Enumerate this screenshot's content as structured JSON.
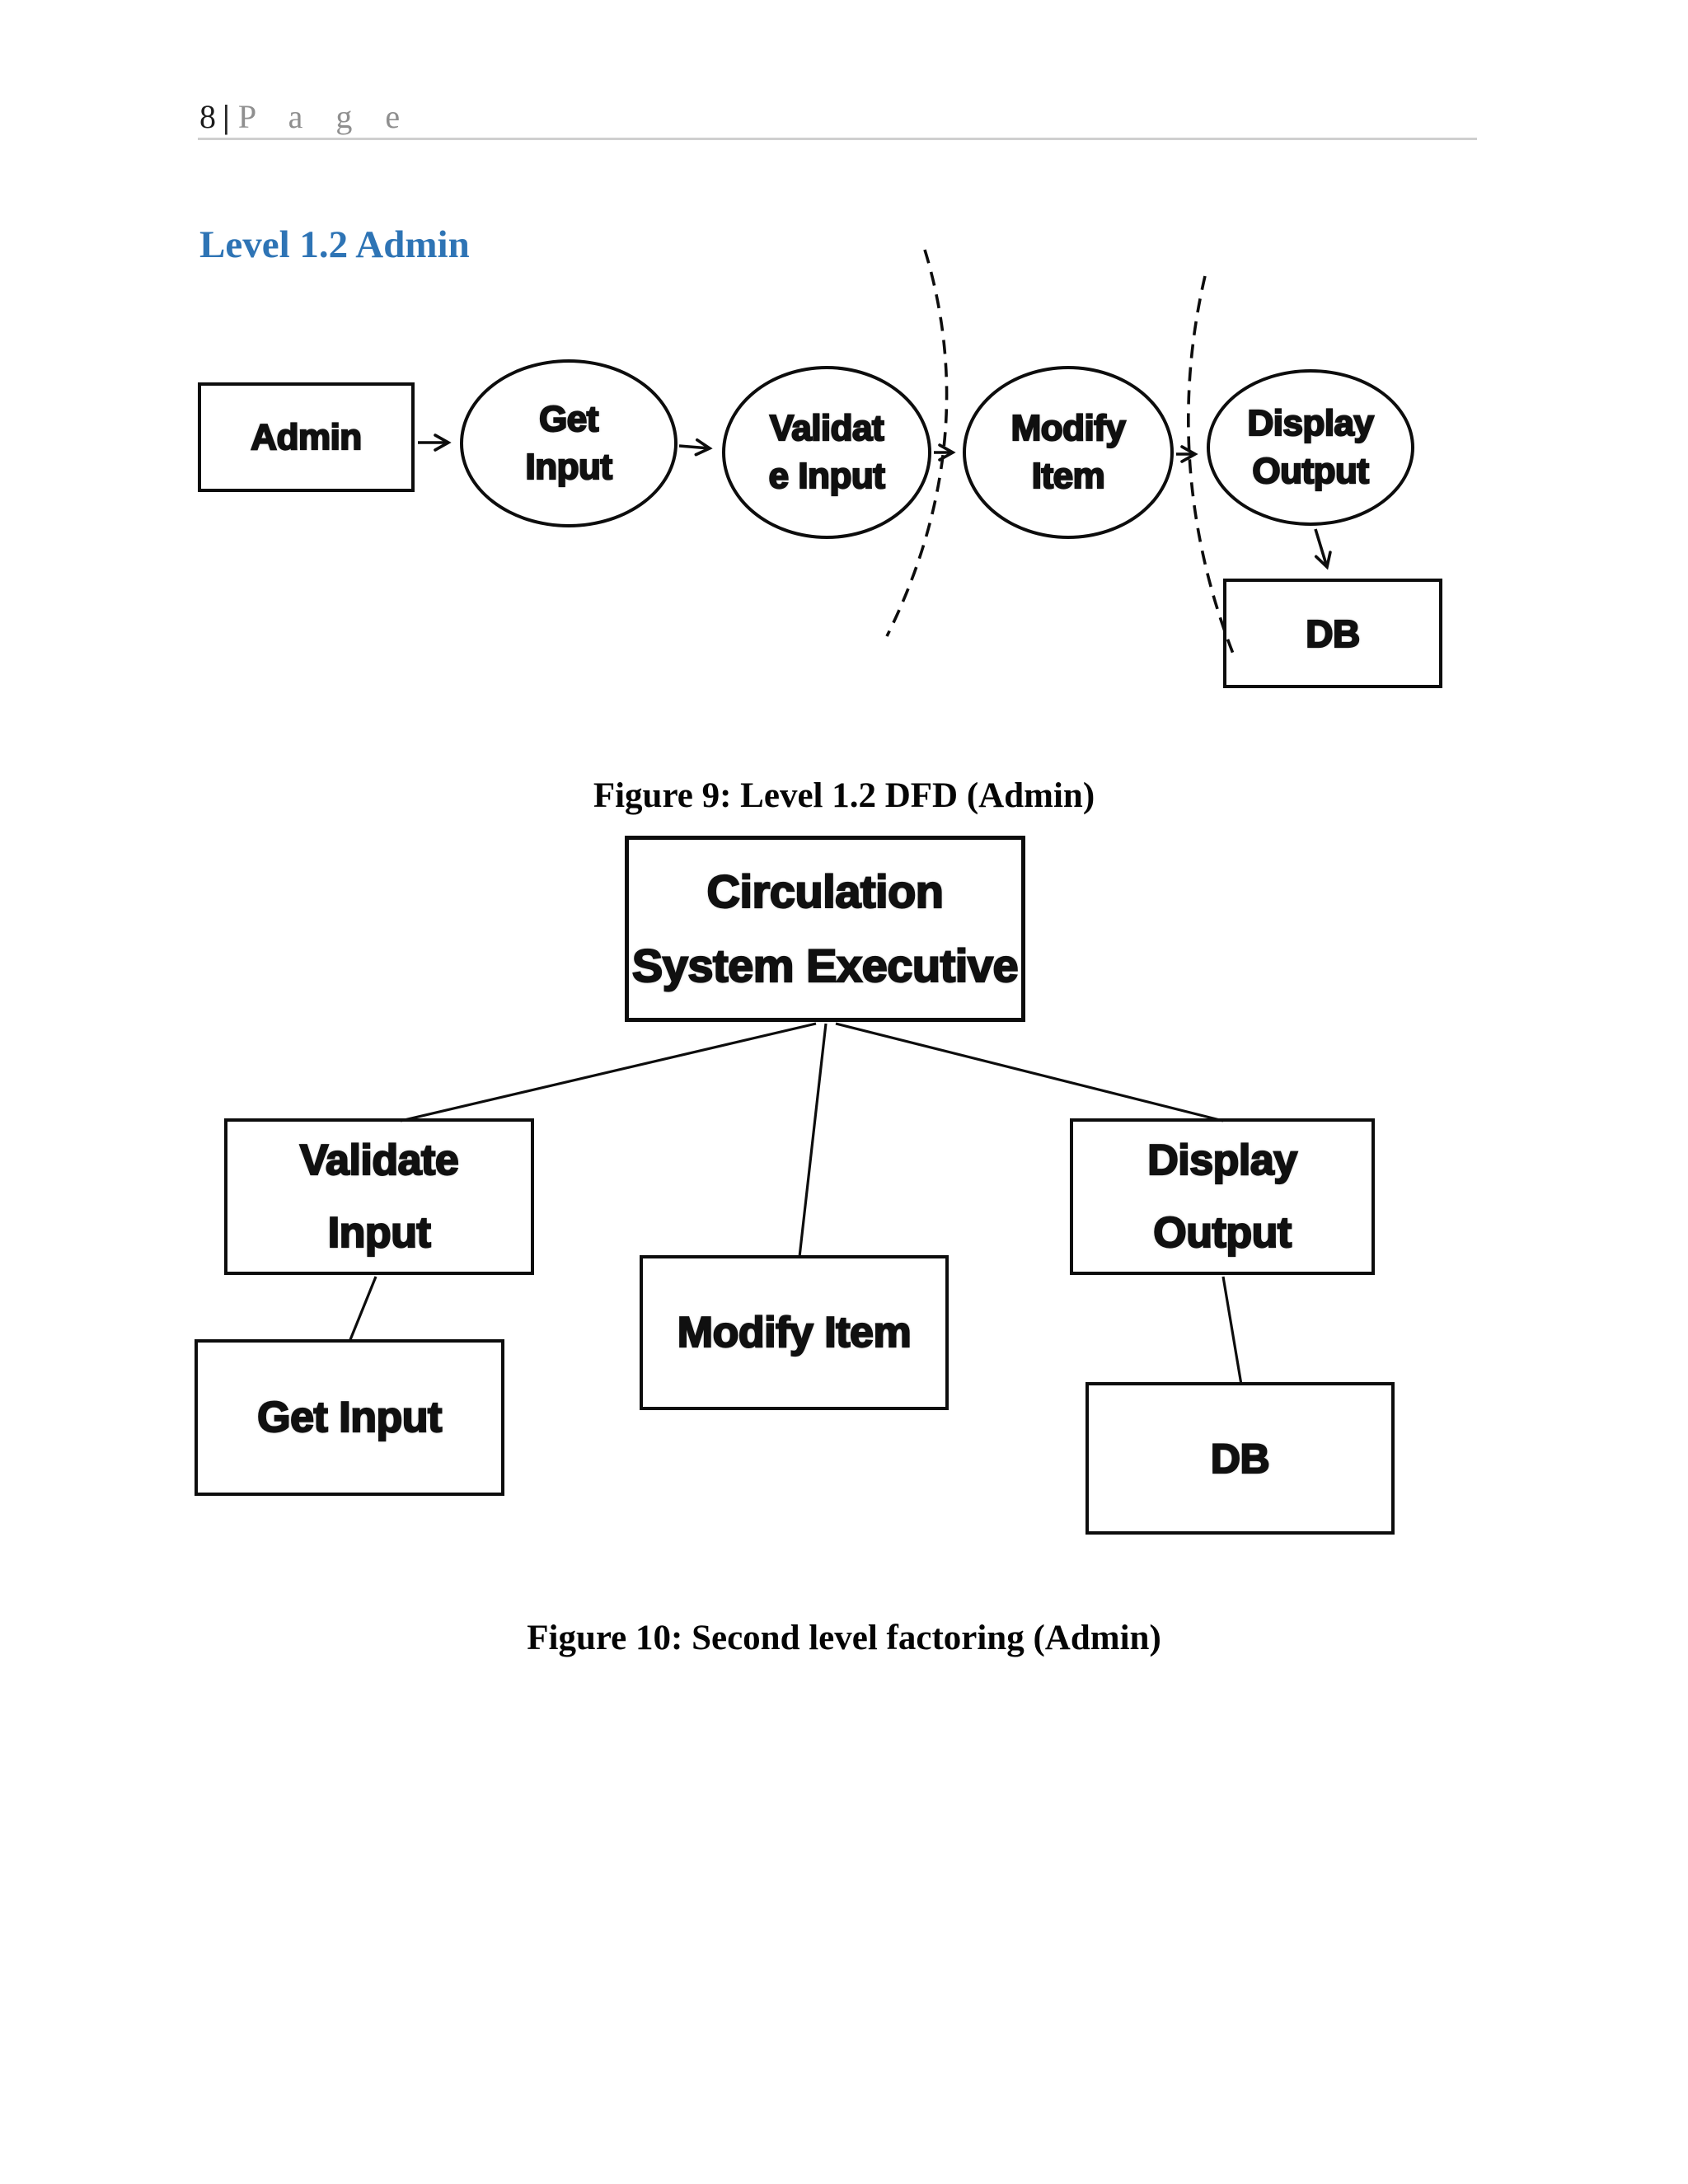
{
  "header": {
    "page_number": "8",
    "separator": "|",
    "page_word": "P a g e"
  },
  "heading": "Level 1.2 Admin",
  "colors": {
    "heading_blue": "#2E74B5",
    "divider_gray": "#cfcfcf",
    "ink": "#101010",
    "page_background": "#ffffff"
  },
  "figure9": {
    "caption": "Figure 9: Level 1.2 DFD (Admin)",
    "nodes": {
      "admin": "Admin",
      "get_input": "Get\nInput",
      "validate_input": "Validat\ne Input",
      "modify_item": "Modify\nItem",
      "display_output": "Display\nOutput",
      "db": "DB"
    }
  },
  "figure10": {
    "caption": "Figure 10: Second level factoring (Admin)",
    "nodes": {
      "executive": "Circulation\nSystem Executive",
      "validate_input": "Validate\nInput",
      "modify_item": "Modify Item",
      "display_output": "Display\nOutput",
      "get_input": "Get Input",
      "db": "DB"
    }
  }
}
